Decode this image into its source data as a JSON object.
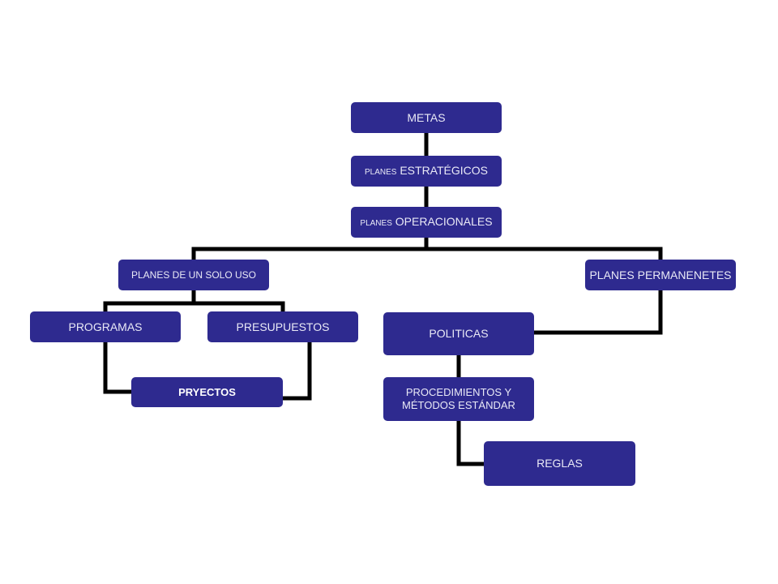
{
  "diagram": {
    "colors": {
      "box": "#2e2a8f",
      "text": "#e9e9f6",
      "line": "#000000"
    },
    "nodes": {
      "metas": {
        "text": "METAS"
      },
      "estrategicos": {
        "prefix": "PLANES",
        "main": "ESTRATÉGICOS"
      },
      "operacionales": {
        "prefix": "PLANES",
        "main": "OPERACIONALES"
      },
      "unsolo": {
        "text": "PLANES DE UN SOLO USO"
      },
      "permanentes": {
        "text": "PLANES PERMANENETES"
      },
      "programas": {
        "text": "PROGRAMAS"
      },
      "presupuestos": {
        "text": "PRESUPUESTOS"
      },
      "pryectos": {
        "text": "PRYECTOS"
      },
      "politicas": {
        "text": "POLITICAS"
      },
      "procedimientos": {
        "line1": "PROCEDIMIENTOS Y",
        "line2": "MÉTODOS ESTÁNDAR"
      },
      "reglas": {
        "text": "REGLAS"
      }
    },
    "edges": [
      {
        "from": "metas",
        "to": "estrategicos"
      },
      {
        "from": "estrategicos",
        "to": "operacionales"
      },
      {
        "from": "operacionales",
        "to": "unsolo"
      },
      {
        "from": "operacionales",
        "to": "permanentes"
      },
      {
        "from": "unsolo",
        "to": "programas"
      },
      {
        "from": "unsolo",
        "to": "presupuestos"
      },
      {
        "from": "programas",
        "to": "pryectos"
      },
      {
        "from": "presupuestos",
        "to": "pryectos"
      },
      {
        "from": "permanentes",
        "to": "politicas"
      },
      {
        "from": "politicas",
        "to": "procedimientos"
      },
      {
        "from": "procedimientos",
        "to": "reglas"
      }
    ]
  }
}
